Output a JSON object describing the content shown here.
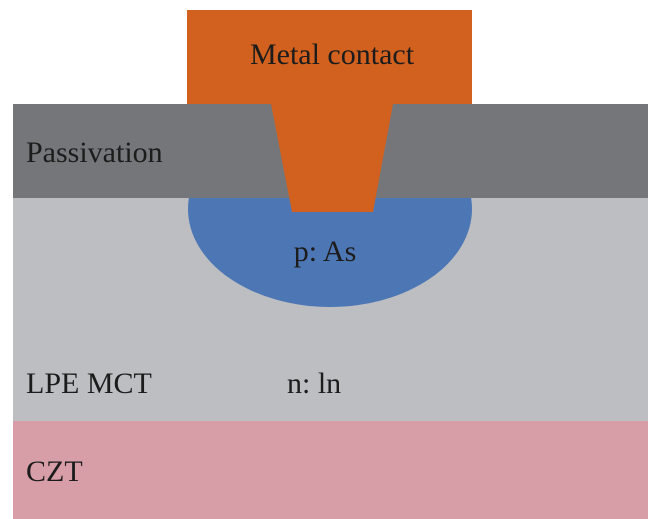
{
  "diagram": {
    "layers": {
      "metal_contact": {
        "label": "Metal contact",
        "color": "#d2611f"
      },
      "passivation": {
        "label": "Passivation",
        "color": "#74767a"
      },
      "p_region": {
        "label": "p: As",
        "color": "#4d77b4"
      },
      "lpe_mct": {
        "label": "LPE MCT",
        "doping_label": "n: ln",
        "color": "#bdbec2"
      },
      "czt": {
        "label": "CZT",
        "color": "#d89ea7"
      }
    }
  }
}
